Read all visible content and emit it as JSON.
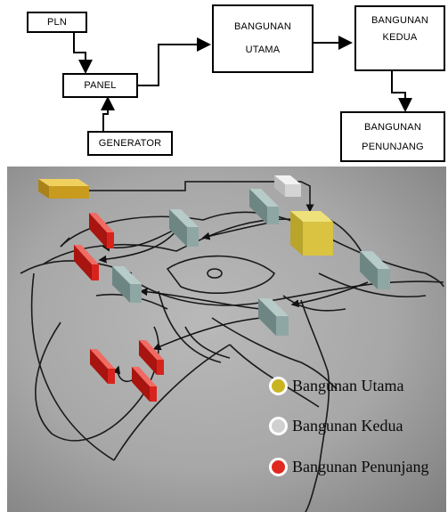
{
  "flowchart": {
    "pln": "PLN",
    "panel": "PANEL",
    "generator": "GENERATOR",
    "bangunan_utama": "BANGUNAN\nUTAMA",
    "bangunan_kedua": "BANGUNAN\nKEDUA",
    "bangunan_penunjang": "BANGUNAN\nPENUNJANG"
  },
  "legend": {
    "items": [
      {
        "label": "Bangunan Utama",
        "color": "#c8b520"
      },
      {
        "label": "Bangunan Kedua",
        "color": "#d0d0d0"
      },
      {
        "label": "Bangunan Penunjang",
        "color": "#e0281e"
      }
    ]
  },
  "colors": {
    "utama": "#d9c341",
    "kedua": "#8fa7a4",
    "penunjang": "#d8231d",
    "source": "#d8b12a"
  }
}
